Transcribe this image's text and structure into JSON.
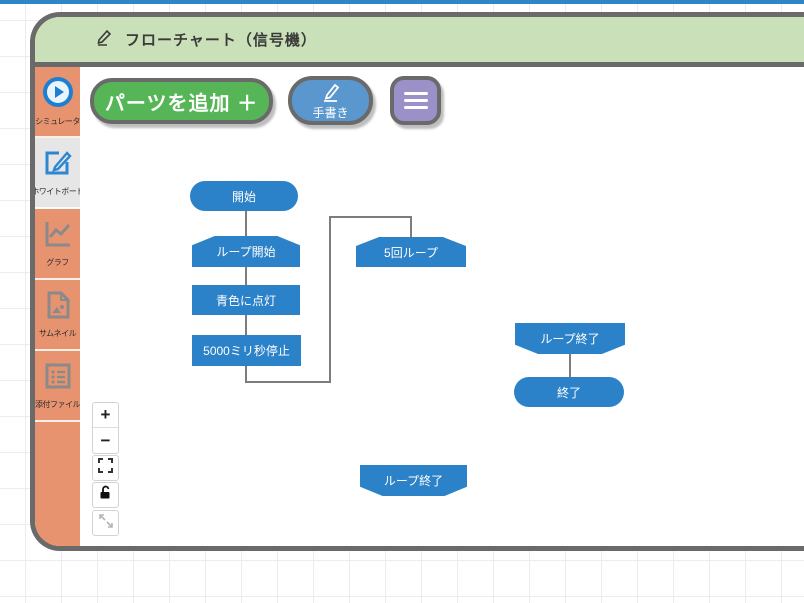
{
  "window": {
    "top_accent_color": "#2e86c9"
  },
  "header": {
    "title": "フローチャート（信号機）",
    "edit_icon": "pencil-icon"
  },
  "toolbar": {
    "add_parts_label": "パーツを追加 ＋",
    "handwriting_label": "手書き"
  },
  "sidebar": {
    "items": [
      {
        "label": "シミュレータ",
        "icon": "play-circle-icon",
        "active": false
      },
      {
        "label": "ホワイトボード",
        "icon": "edit-square-icon",
        "active": true
      },
      {
        "label": "グラフ",
        "icon": "line-chart-icon",
        "active": false
      },
      {
        "label": "サムネイル",
        "icon": "image-file-icon",
        "active": false
      },
      {
        "label": "添付ファイル",
        "icon": "list-icon",
        "active": false
      }
    ]
  },
  "canvas": {
    "nodes": [
      {
        "label": "開始",
        "shape": "terminator"
      },
      {
        "label": "ループ開始",
        "shape": "loop-start"
      },
      {
        "label": "青色に点灯",
        "shape": "process"
      },
      {
        "label": "5000ミリ秒停止",
        "shape": "process"
      },
      {
        "label": "5回ループ",
        "shape": "loop-start"
      },
      {
        "label": "ループ終了",
        "shape": "loop-end"
      },
      {
        "label": "終了",
        "shape": "terminator"
      },
      {
        "label": "ループ終了",
        "shape": "loop-end"
      }
    ],
    "connections": [
      "開始 → ループ開始",
      "ループ開始 → 青色に点灯",
      "青色に点灯 → 5000ミリ秒停止",
      "5000ミリ秒停止 → 5回ループ",
      "ループ終了 → 終了"
    ],
    "zoom_controls": {
      "zoom_in": "+",
      "zoom_out": "−"
    }
  },
  "colors": {
    "node_blue": "#2c82c8",
    "header_green": "#c9e0b8",
    "sidebar_orange": "#e8936f",
    "add_button_green": "#56b657",
    "hand_button_blue": "#5b97cf",
    "menu_button_purple": "#9b90c8",
    "panel_border_gray": "#6a6a6a",
    "connector_gray": "#7d7d7d"
  }
}
